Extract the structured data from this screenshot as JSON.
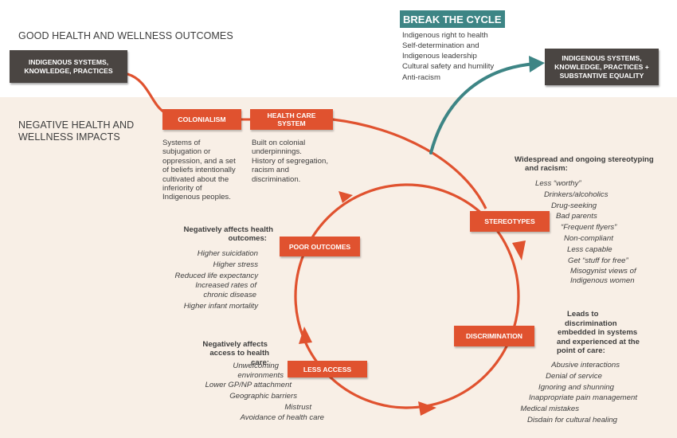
{
  "sections": {
    "good": "GOOD HEALTH AND WELLNESS OUTCOMES",
    "negative_line1": "NEGATIVE HEALTH AND",
    "negative_line2": "WELLNESS IMPACTS"
  },
  "boxes": {
    "indigenous_left_line1": "INDIGENOUS SYSTEMS,",
    "indigenous_left_line2": "KNOWLEDGE, PRACTICES",
    "indigenous_right_line1": "INDIGENOUS SYSTEMS,",
    "indigenous_right_line2": "KNOWLEDGE, PRACTICES +",
    "indigenous_right_line3": "SUBSTANTIVE EQUALITY",
    "colonialism": "COLONIALISM",
    "health_care_line1": "HEALTH CARE",
    "health_care_line2": "SYSTEM",
    "stereotypes": "STEREOTYPES",
    "discrimination": "DISCRIMINATION",
    "less_access": "LESS ACCESS",
    "poor_outcomes": "POOR OUTCOMES"
  },
  "break_cycle": {
    "title": "BREAK THE CYCLE",
    "items": [
      "Indigenous right to health",
      "Self-determination and",
      "Indigenous leadership",
      "Cultural safety and humility",
      "Anti-racism"
    ]
  },
  "colonialism_desc": [
    "Systems of",
    "subjugation or",
    "oppression, and a set",
    "of beliefs intentionally",
    "cultivated about the",
    "inferiority of",
    "Indigenous peoples."
  ],
  "health_care_desc": [
    "Built on colonial",
    "underpinnings.",
    "History of segregation,",
    "racism and",
    "discrimination."
  ],
  "stereotypes_block": {
    "heading_line1": "Widespread and ongoing stereotyping",
    "heading_line2": "and racism:",
    "items": [
      "Less “worthy”",
      "Drinkers/alcoholics",
      "Drug-seeking",
      "Bad parents",
      "“Frequent flyers”",
      "Non-compliant",
      "Less capable",
      "Get “stuff for free”",
      "Misogynist views of",
      "Indigenous women"
    ]
  },
  "discrimination_block": {
    "heading_lines": [
      "Leads to",
      "discrimination",
      "embedded in systems",
      "and experienced at the",
      "point of care:"
    ],
    "items": [
      "Abusive interactions",
      "Denial of service",
      "Ignoring and shunning",
      "Inappropriate pain management",
      "Medical mistakes",
      "Disdain for cultural healing"
    ]
  },
  "access_block": {
    "heading_line1": "Negatively affects",
    "heading_line2": "access to health care:",
    "items": [
      "Unwelcoming",
      "environments",
      "Lower GP/NP attachment",
      "Geographic barriers",
      "Mistrust",
      "Avoidance of health care"
    ]
  },
  "outcomes_block": {
    "heading_line1": "Negatively affects health",
    "heading_line2": "outcomes:",
    "items": [
      "Higher suicidation",
      "Higher stress",
      "Reduced life expectancy",
      "Increased rates of",
      "chronic disease",
      "Higher infant mortality"
    ]
  },
  "colors": {
    "red": "#e0522f",
    "teal": "#3d8585",
    "dark": "#4a4542",
    "background_lower": "#f8efe6"
  }
}
